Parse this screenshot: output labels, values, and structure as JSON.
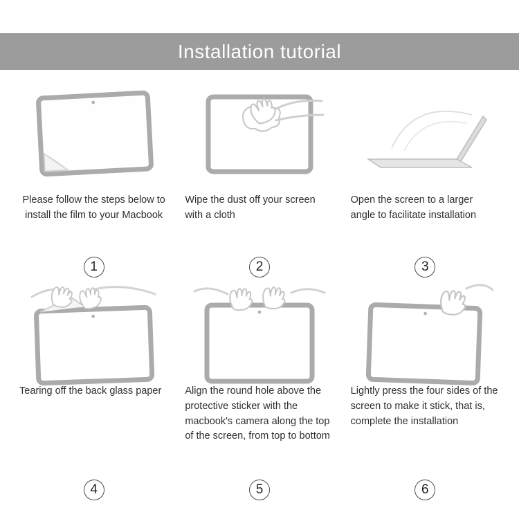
{
  "banner": {
    "title": "Installation tutorial"
  },
  "colors": {
    "banner_bg": "#9c9c9c",
    "banner_text": "#ffffff",
    "caption_text": "#2e2e2e",
    "device_outline": "#ababab",
    "hand_sketch": "#c6c6c6"
  },
  "steps": [
    {
      "number": "1",
      "icon": "macbook-film-peel-icon",
      "caption": "Please follow the steps below to install the film to your Macbook"
    },
    {
      "number": "2",
      "icon": "wipe-screen-cloth-icon",
      "caption": "Wipe the dust off your screen with a cloth"
    },
    {
      "number": "3",
      "icon": "open-laptop-angle-icon",
      "caption": "Open the screen to a larger angle to facilitate installation"
    },
    {
      "number": "4",
      "icon": "tear-back-paper-icon",
      "caption": "Tearing off the back glass paper"
    },
    {
      "number": "5",
      "icon": "align-camera-hole-icon",
      "caption": "Align the round hole above the protective sticker with the macbook's camera along the top of the screen, from top to bottom"
    },
    {
      "number": "6",
      "icon": "press-four-sides-icon",
      "caption": "Lightly press the four sides of the screen to make it stick, that is, complete the installation"
    }
  ]
}
